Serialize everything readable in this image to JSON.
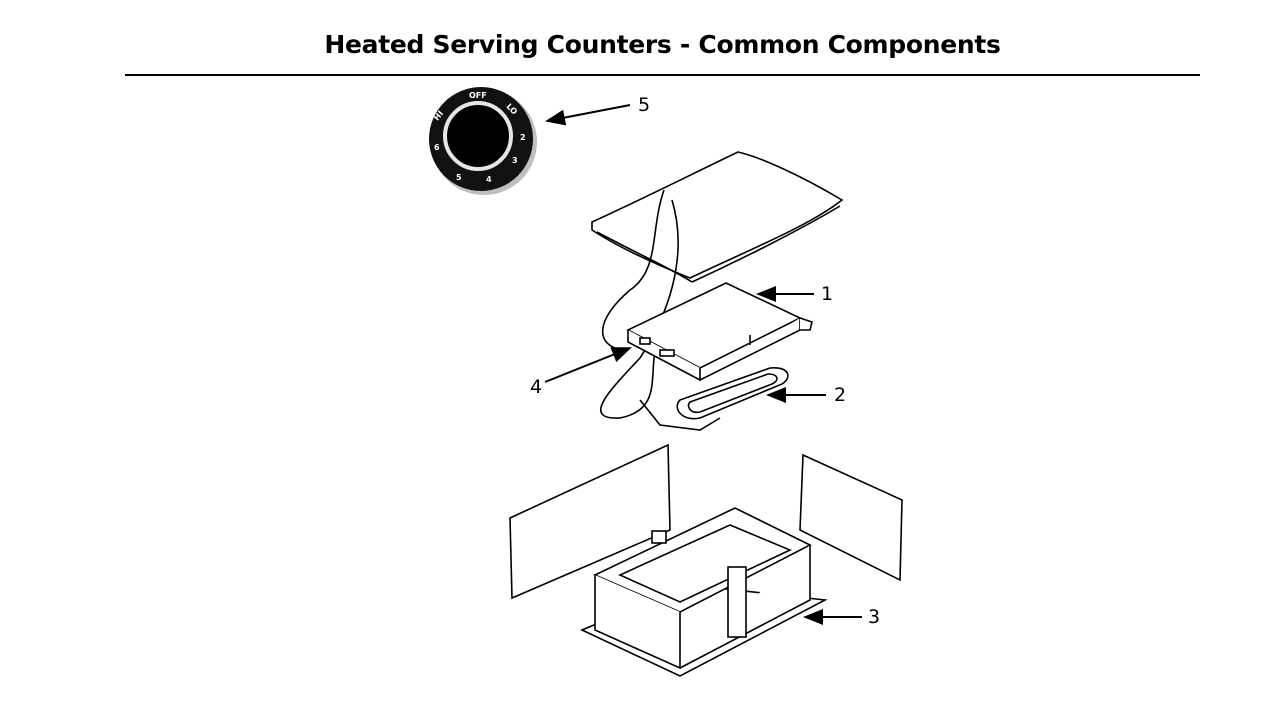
{
  "title": "Heated Serving Counters - Common Components",
  "callouts": {
    "c1": "1",
    "c2": "2",
    "c3": "3",
    "c4": "4",
    "c5": "5"
  },
  "knob": {
    "labels": [
      "OFF",
      "LO",
      "2",
      "3",
      "4",
      "5",
      "6",
      "HI"
    ]
  },
  "colors": {
    "line": "#000000",
    "knob_body": "#111111",
    "background": "#ffffff"
  }
}
